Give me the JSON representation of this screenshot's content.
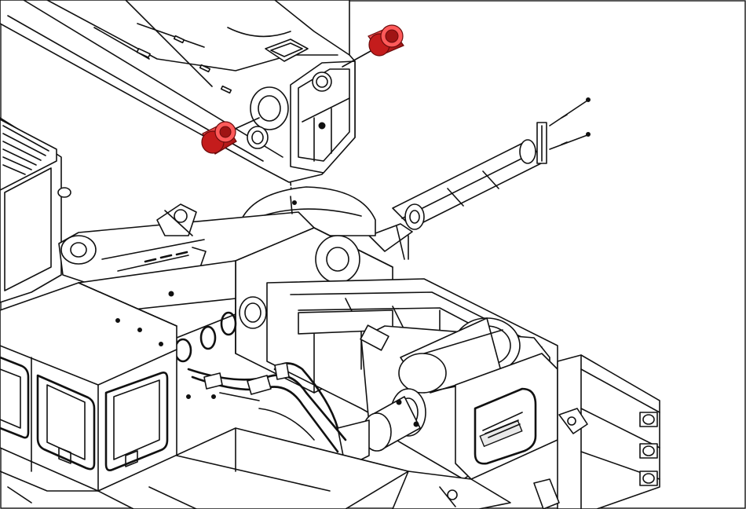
{
  "figure": {
    "kind": "exploded isometric line drawing, crane boom pivot assembly",
    "highlight_color": "#d42222",
    "line_color": "#111111",
    "background": "#ffffff",
    "highlighted_parts": [
      "boom-pivot-bushing-upper",
      "boom-pivot-bushing-lower"
    ]
  }
}
